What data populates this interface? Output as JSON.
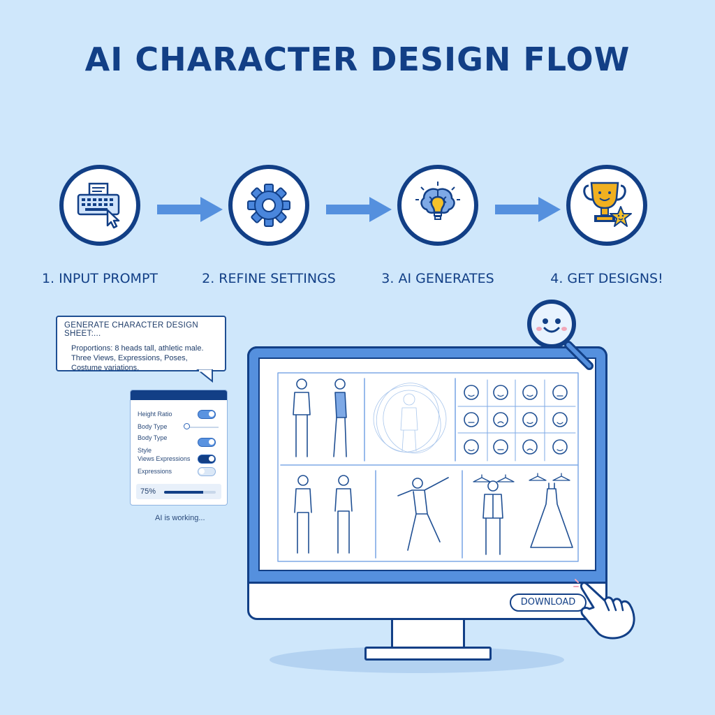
{
  "title": "AI CHARACTER DESIGN FLOW",
  "steps": [
    {
      "label": "1. INPUT PROMPT",
      "icon": "keyboard-icon"
    },
    {
      "label": "2. REFINE SETTINGS",
      "icon": "gear-icon"
    },
    {
      "label": "3. AI GENERATES",
      "icon": "brain-lightbulb-icon"
    },
    {
      "label": "4. GET DESIGNS!",
      "icon": "trophy-icon"
    }
  ],
  "prompt": {
    "heading": "GENERATE CHARACTER DESIGN SHEET:...",
    "lines": [
      "Proportions: 8 heads tall, athletic male.",
      "Three Views, Expressions, Poses,",
      "Costume variations."
    ]
  },
  "settings": {
    "rows": [
      "Height Ratio",
      "Body Type",
      "Body Type",
      "Style",
      "Views  Expressions",
      "Expressions"
    ],
    "progress_text": "75%",
    "progress": 0.75
  },
  "status": "AI is working...",
  "download_label": "DOWNLOAD",
  "colors": {
    "background": "#cfe7fb",
    "primary": "#123f86",
    "accent": "#5590de",
    "gold": "#f0b020"
  }
}
